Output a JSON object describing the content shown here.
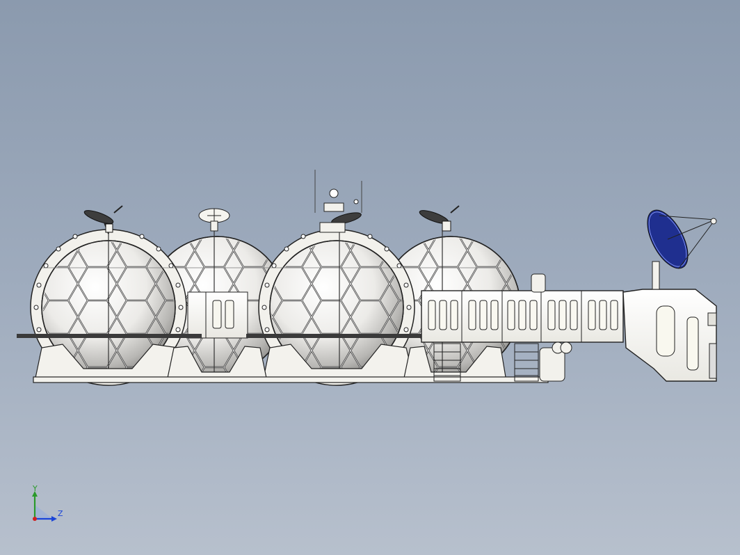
{
  "viewport": {
    "background_top": "#8b9aae",
    "background_bottom": "#b7c0cd",
    "model_name_icon": "space-station-model"
  },
  "triad": {
    "y_label": "Y",
    "z_label": "Z",
    "y_color": "#2a9a2a",
    "z_color": "#1a44d8",
    "x_color": "#d02020"
  }
}
